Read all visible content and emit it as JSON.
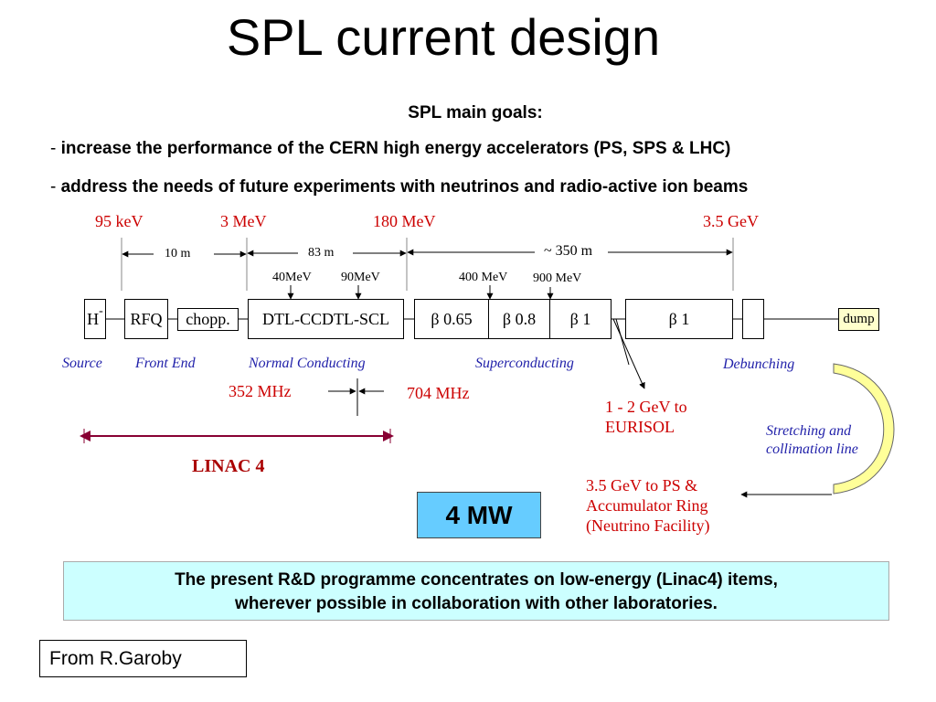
{
  "slide": {
    "title": "SPL current design",
    "goals_heading": "SPL main goals:",
    "goals": [
      {
        "dash": "- ",
        "text": "increase the performance of the CERN high energy accelerators (PS, SPS & LHC)"
      },
      {
        "dash": "- ",
        "text": "address the needs of future experiments with neutrinos and radio-active ion beams"
      }
    ]
  },
  "diagram": {
    "energies": [
      "95 keV",
      "3 MeV",
      "180 MeV",
      "3.5 GeV"
    ],
    "distances": [
      "10 m",
      "83 m",
      "~ 350 m"
    ],
    "taps": [
      "40MeV",
      "90MeV",
      "400 MeV",
      "900 MeV"
    ],
    "blocks": {
      "source": "H",
      "source_sup": "-",
      "rfq": "RFQ",
      "chopper": "chopp.",
      "dtl": "DTL-CCDTL-SCL",
      "beta065": "β 0.65",
      "beta08": "β 0.8",
      "beta1a": "β 1",
      "beta1b": "β 1",
      "dump": "dump"
    },
    "sections": [
      "Source",
      "Front End",
      "Normal Conducting",
      "Superconducting",
      "Debunching"
    ],
    "freq_low": "352 MHz",
    "freq_high": "704 MHz",
    "linac4": "LINAC 4",
    "eurisol": [
      "1 - 2 GeV to",
      "EURISOL"
    ],
    "stretching": [
      "Stretching and",
      "collimation line"
    ],
    "ps": [
      "3.5 GeV to PS &",
      "Accumulator Ring",
      "(Neutrino Facility)"
    ],
    "power": "4 MW"
  },
  "footer": {
    "note_line1": "The present R&D programme concentrates on low-energy (Linac4) items,",
    "note_line2": "wherever possible in collaboration with other laboratories.",
    "credit": "From R.Garoby"
  },
  "colors": {
    "energy_text": "#cc0000",
    "section_text": "#2222aa",
    "power_box": "#66ccff",
    "note_box": "#ccffff",
    "stretch_line": "#ffff99",
    "linac4_line": "#880033"
  }
}
